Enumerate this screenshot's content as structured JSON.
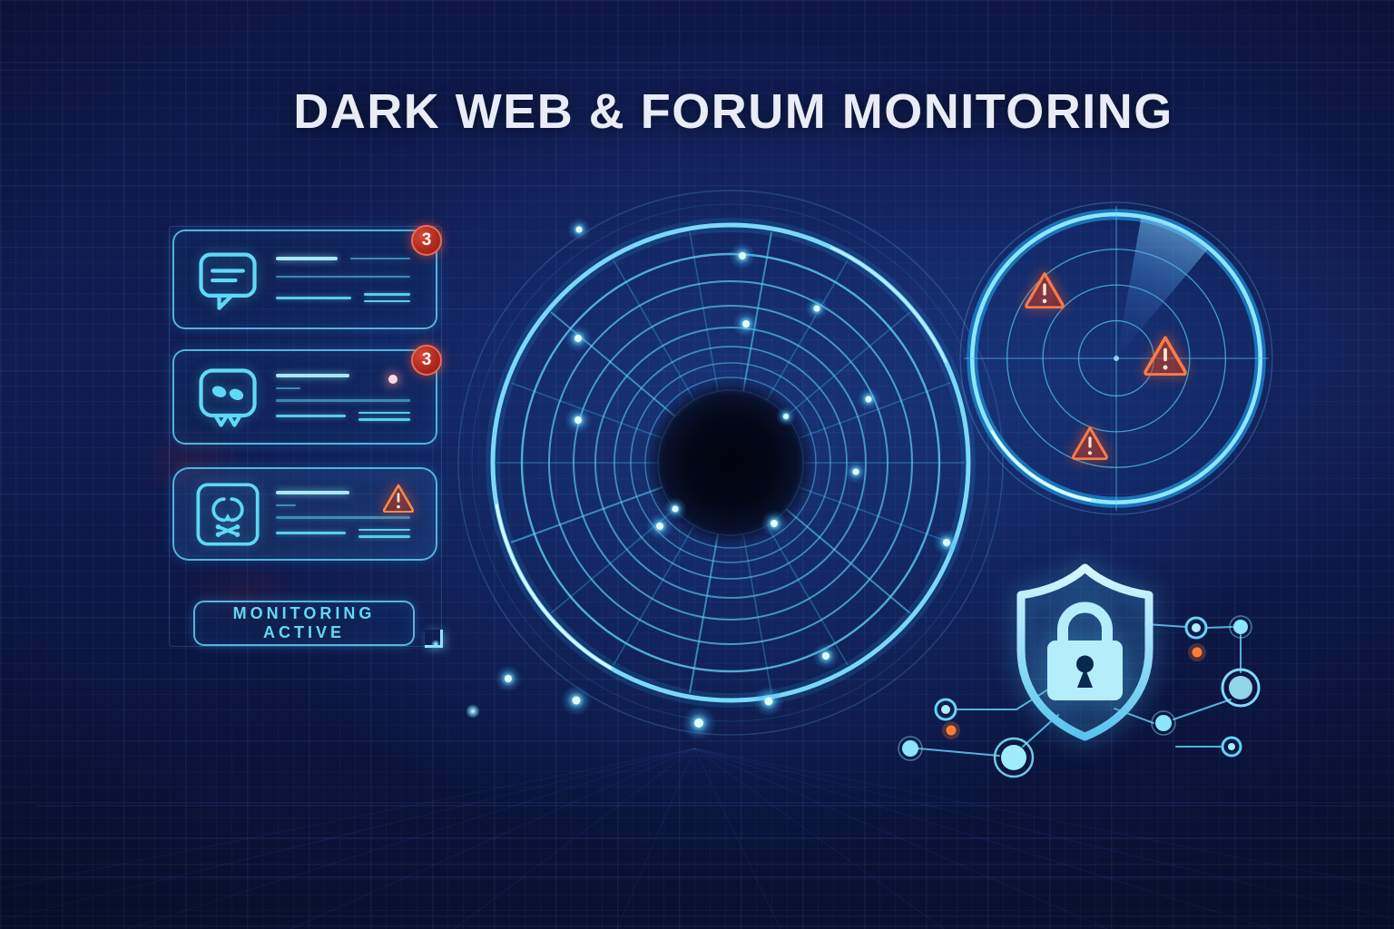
{
  "title": "DARK WEB & FORUM MONITORING",
  "colors": {
    "background_navy": "#0d1847",
    "accent_cyan": "#5fd9f6",
    "bright_cyan": "#aeecfa",
    "badge_red": "#b02a1e",
    "badge_ring": "#ef6a52",
    "warning_orange": "#ff8a45",
    "title_text": "#e9ecf6"
  },
  "icons": {
    "chat": "chat-bubble-icon",
    "abuse_chat": "angry-chat-bubble-icon",
    "skull": "skull-crossbones-icon",
    "warning": "warning-triangle-icon",
    "shield": "shield-lock-icon",
    "radar": "radar-sweep-dial"
  },
  "alerts_panel": {
    "cards": [
      {
        "label": "forum-chat-alert",
        "icon": "chat-bubble-icon",
        "badge_count": "3"
      },
      {
        "label": "abuse-chat-alert",
        "icon": "angry-chat-bubble-icon",
        "badge_count": "3",
        "has_pink_dot": true
      },
      {
        "label": "malware-threat-alert",
        "icon": "skull-crossbones-icon",
        "badge_icon": "warning-triangle-icon"
      }
    ],
    "status_button_label": "MONITORING ACTIVE"
  },
  "radar": {
    "threat_marker_count": 3,
    "marker_icon": "warning-triangle-icon",
    "sweep_active": true
  }
}
